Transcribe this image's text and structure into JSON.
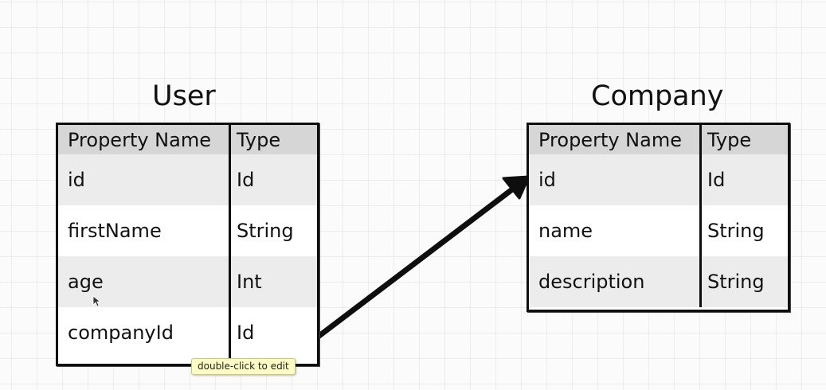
{
  "colors": {
    "border": "#0e0e0e",
    "header_fill": "#d6d6d6",
    "row_shaded": "#ececec",
    "row_plain": "#ffffff",
    "tooltip_fill": "#fdfbc6"
  },
  "user": {
    "title": "User",
    "headers": {
      "name": "Property Name",
      "type": "Type"
    },
    "rows": [
      {
        "name": "id",
        "type": "Id"
      },
      {
        "name": "firstName",
        "type": "String"
      },
      {
        "name": "age",
        "type": "Int"
      },
      {
        "name": "companyId",
        "type": "Id"
      }
    ]
  },
  "company": {
    "title": "Company",
    "headers": {
      "name": "Property Name",
      "type": "Type"
    },
    "rows": [
      {
        "name": "id",
        "type": "Id"
      },
      {
        "name": "name",
        "type": "String"
      },
      {
        "name": "description",
        "type": "String"
      }
    ]
  },
  "relation": {
    "from": "user.companyId",
    "to": "company.id"
  },
  "tooltip": {
    "text": "double-click to edit"
  },
  "icons": {
    "cursor": "pointer-cursor-icon",
    "arrow": "arrow-head-icon"
  }
}
